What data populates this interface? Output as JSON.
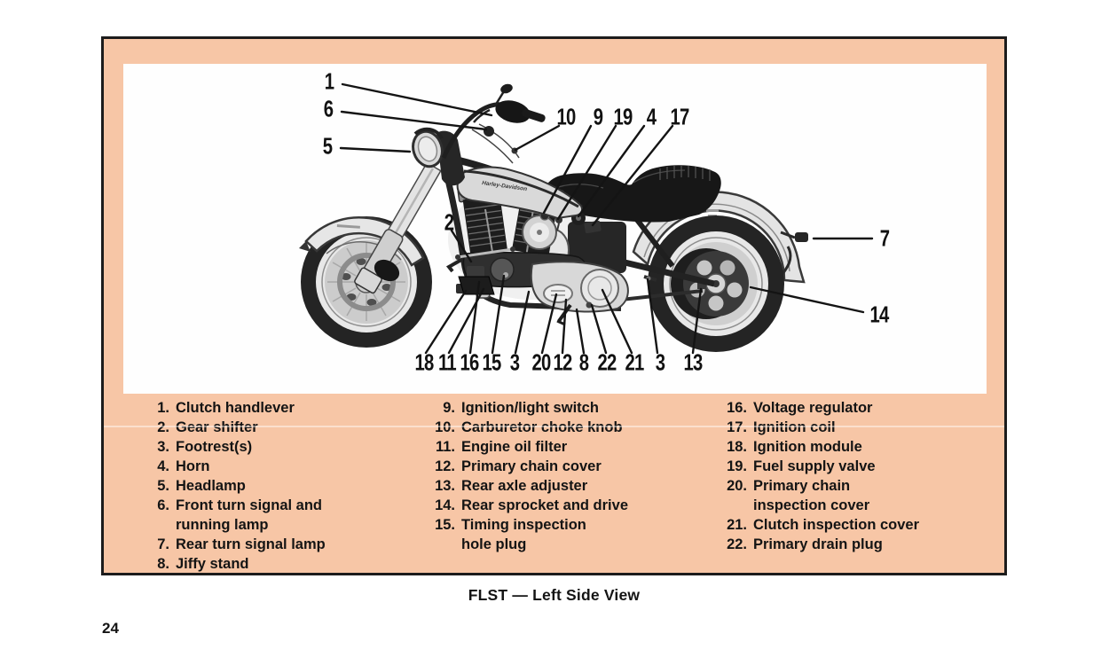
{
  "page": {
    "number": "24",
    "caption": "FLST — Left Side View"
  },
  "figure": {
    "tank_logo": "Harley-Davidson",
    "callouts": [
      "1",
      "6",
      "5",
      "10",
      "9",
      "19",
      "4",
      "17",
      "2",
      "7",
      "14",
      "18",
      "11",
      "16",
      "15",
      "3",
      "20",
      "12",
      "8",
      "22",
      "21",
      "3",
      "13"
    ]
  },
  "legend": {
    "columns": [
      {
        "items": [
          {
            "n": "1.",
            "t": "Clutch handlever"
          },
          {
            "n": "2.",
            "t": "Gear shifter"
          },
          {
            "n": "3.",
            "t": "Footrest(s)"
          },
          {
            "n": "4.",
            "t": "Horn"
          },
          {
            "n": "5.",
            "t": "Headlamp"
          },
          {
            "n": "6.",
            "t": "Front turn signal and\nrunning lamp"
          },
          {
            "n": "7.",
            "t": "Rear turn signal lamp"
          },
          {
            "n": "8.",
            "t": "Jiffy stand"
          }
        ]
      },
      {
        "items": [
          {
            "n": "9.",
            "t": "Ignition/light switch"
          },
          {
            "n": "10.",
            "t": "Carburetor choke knob"
          },
          {
            "n": "11.",
            "t": "Engine oil filter"
          },
          {
            "n": "12.",
            "t": "Primary chain cover"
          },
          {
            "n": "13.",
            "t": "Rear axle adjuster"
          },
          {
            "n": "14.",
            "t": "Rear sprocket and drive"
          },
          {
            "n": "15.",
            "t": "Timing inspection\nhole plug"
          }
        ]
      },
      {
        "items": [
          {
            "n": "16.",
            "t": "Voltage regulator"
          },
          {
            "n": "17.",
            "t": "Ignition coil"
          },
          {
            "n": "18.",
            "t": "Ignition module"
          },
          {
            "n": "19.",
            "t": "Fuel supply valve"
          },
          {
            "n": "20.",
            "t": "Primary chain\ninspection cover"
          },
          {
            "n": "21.",
            "t": "Clutch inspection cover"
          },
          {
            "n": "22.",
            "t": "Primary drain plug"
          }
        ]
      }
    ]
  },
  "colors": {
    "panel_bg": "#f7c6a6",
    "panel_border": "#1c1c1c",
    "text": "#141414"
  }
}
